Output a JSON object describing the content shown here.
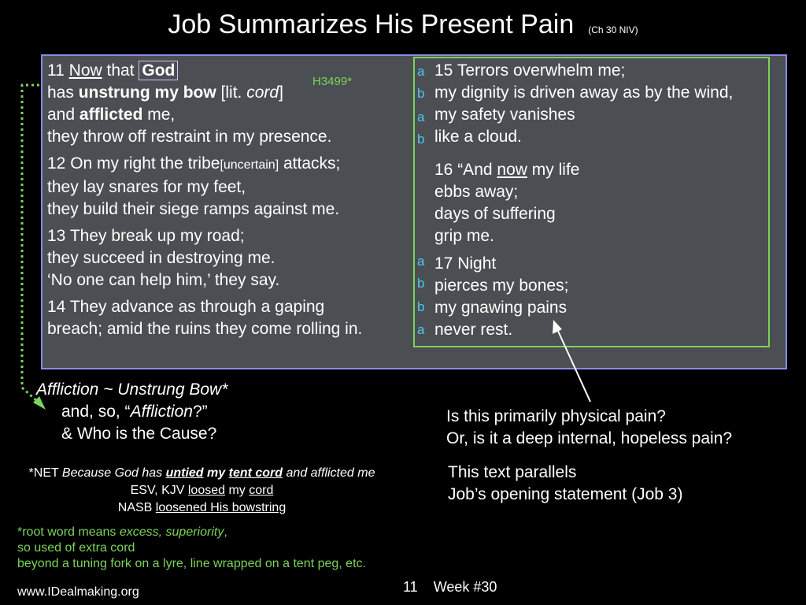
{
  "title": {
    "main": "Job Summarizes His Present Pain",
    "ref": "(Ch 30 NIV)"
  },
  "left_verses": {
    "v11": {
      "num": "11",
      "now": "Now",
      "that": "that",
      "god": "God",
      "has": "has",
      "unstrung": "unstrung my bow",
      "lit": "[lit.",
      "cord": "cord",
      "lit_end": "]",
      "and": "and",
      "afflicted": "afflicted",
      "me": "me,",
      "line4": "they throw off restraint in my presence."
    },
    "v12": {
      "line1_a": "12 On my right the tribe",
      "uncertain": "[uncertain]",
      "line1_b": "attacks;",
      "line2": "they lay snares for my feet,",
      "line3": "they build their siege ramps against me."
    },
    "v13": {
      "line1": "13 They break up my road;",
      "line2": "they succeed in destroying me.",
      "line3": "‘No one can help him,’ they say."
    },
    "v14": {
      "line1": "14 They advance as through a gaping",
      "line2": "breach; amid the ruins they come rolling in."
    }
  },
  "hcode": "H3499*",
  "right_verses": {
    "v15": [
      "15 Terrors overwhelm me;",
      "my dignity is driven away as by the wind,",
      "my safety vanishes",
      "like a cloud."
    ],
    "v16": {
      "prefix": "16 “And",
      "now": "now",
      "suffix": "my life",
      "line2": "ebbs away;",
      "line3": "days of suffering",
      "line4": "grip me."
    },
    "v17": [
      "17 Night",
      "pierces my bones;",
      "my gnawing pains",
      "never rest."
    ]
  },
  "marks": {
    "v15": [
      "a",
      "b",
      "a",
      "b"
    ],
    "v17": [
      "a",
      "b",
      "b",
      "a"
    ]
  },
  "affliction": {
    "line1": "Affliction ~ Unstrung Bow*",
    "line2_pre": "and, so, “",
    "line2_it": "Affliction",
    "line2_post": "?”",
    "line3": "& Who is the Cause?"
  },
  "questions": [
    "Is this primarily physical pain?",
    "Or, is it a deep internal, hopeless pain?"
  ],
  "parallels": [
    "This text parallels",
    "Job’s opening statement (Job 3)"
  ],
  "versions": {
    "net_prefix": "*NET",
    "net_italic": "Because God has",
    "net_untied": "untied",
    "net_my": "my",
    "net_tent": "tent cord",
    "net_rest": "and afflicted me",
    "esv_prefix": "ESV, KJV",
    "esv_loosed": "loosed",
    "esv_my": "my",
    "esv_cord": "cord",
    "nasb_prefix": "NASB",
    "nasb_loosened": "loosened His bowstring"
  },
  "root": {
    "line1_pre": "*root word means",
    "line1_it": "excess, superiority",
    "line1_post": ",",
    "line2": "so used of extra cord",
    "line3": "beyond a tuning fork on a lyre, line wrapped on a tent peg, etc."
  },
  "footer": {
    "site": "www.IDealmaking.org",
    "page": "11",
    "week": "Week #30"
  }
}
